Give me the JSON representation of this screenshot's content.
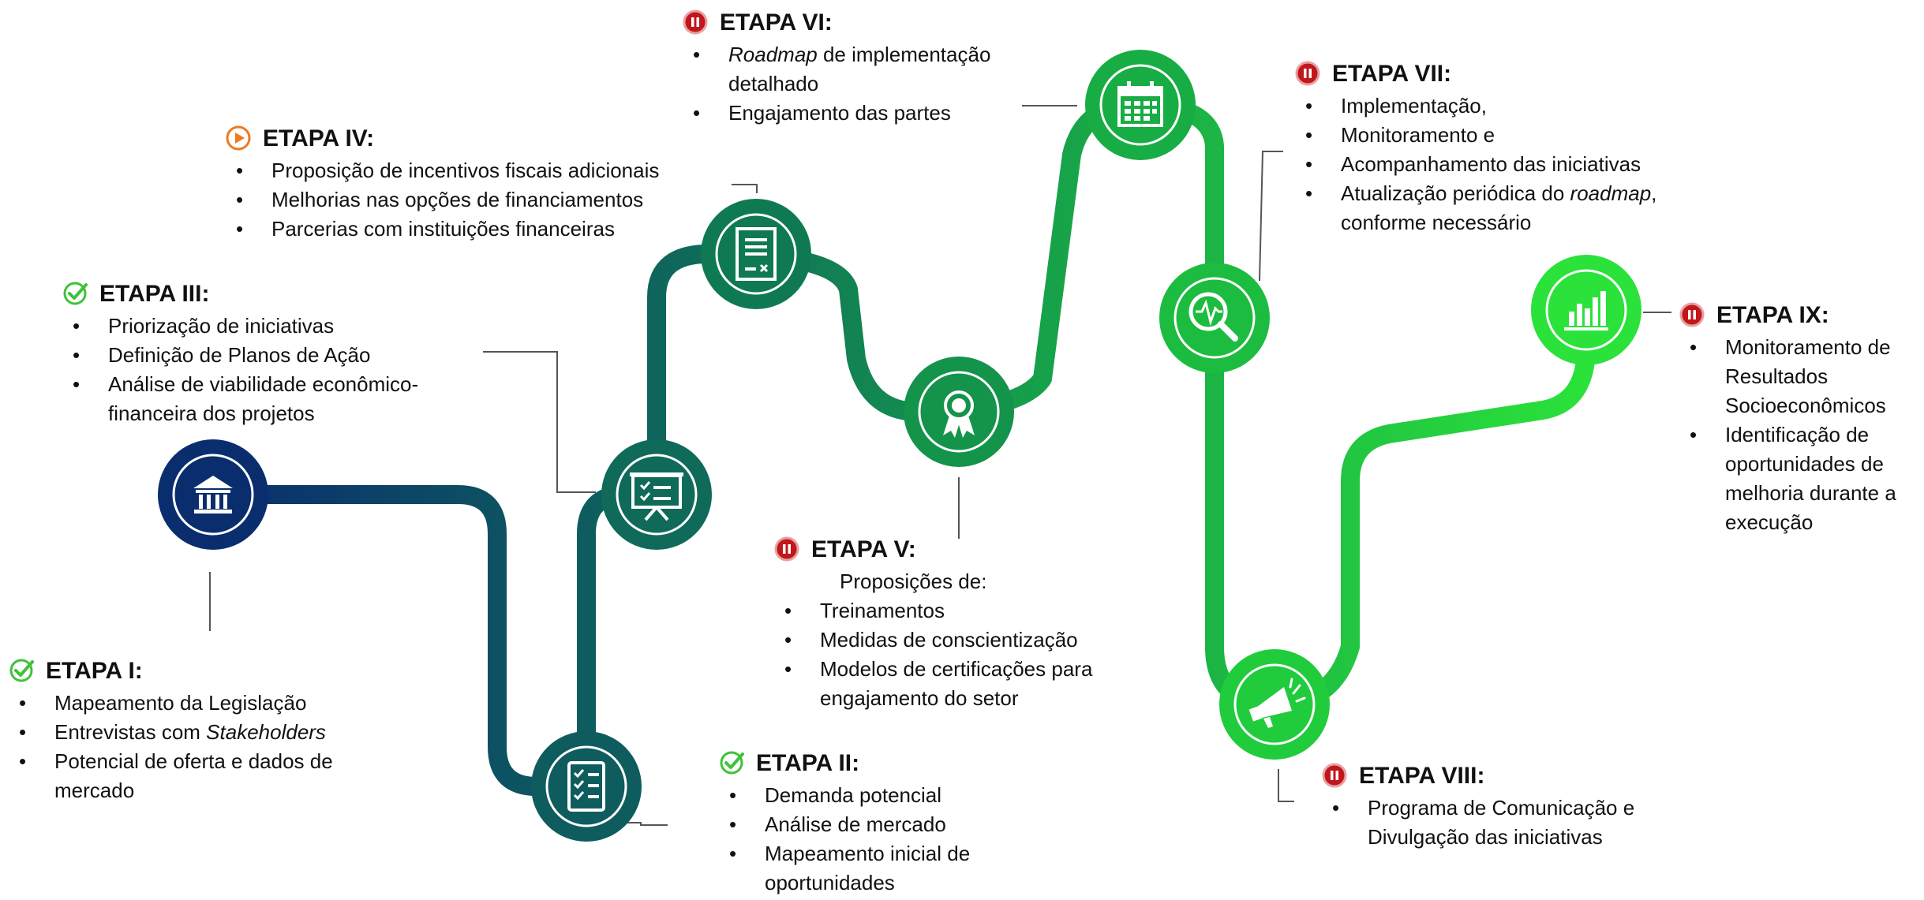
{
  "stages": [
    {
      "id": "I",
      "title": "ETAPA I:",
      "status": "done-check-icon",
      "items": [
        [
          "Mapeamento da Legislação",
          ""
        ],
        [
          "Entrevistas com ",
          "Stakeholders"
        ],
        [
          "Potencial de oferta e dados de",
          "mercado"
        ]
      ]
    },
    {
      "id": "II",
      "title": "ETAPA II:",
      "status": "done-check-icon",
      "items": [
        "Demanda potencial",
        "Análise de mercado",
        "Mapeamento inicial de oportunidades"
      ]
    },
    {
      "id": "III",
      "title": "ETAPA III:",
      "status": "done-check-icon",
      "items": [
        "Priorização de iniciativas",
        "Definição de Planos de Ação",
        "Análise de viabilidade econômico-financeira dos projetos"
      ]
    },
    {
      "id": "IV",
      "title": "ETAPA IV:",
      "status": "in-progress-play-icon",
      "items": [
        "Proposição de incentivos fiscais adicionais",
        "Melhorias nas opções de financiamentos",
        "Parcerias com instituições financeiras"
      ]
    },
    {
      "id": "V",
      "title": "ETAPA V:",
      "status": "paused-icon",
      "intro": "Proposições de:",
      "items": [
        "Treinamentos",
        "Medidas de conscientização",
        "Modelos de certificações para engajamento do setor"
      ]
    },
    {
      "id": "VI",
      "title": "ETAPA VI:",
      "status": "paused-icon",
      "items": [
        [
          "Roadmap",
          " de implementação detalhado"
        ],
        "Engajamento das partes"
      ]
    },
    {
      "id": "VII",
      "title": "ETAPA VII:",
      "status": "paused-icon",
      "items": [
        "Implementação,",
        "Monitoramento e",
        "Acompanhamento das iniciativas",
        [
          "Atualização periódica do ",
          "roadmap",
          ", conforme necessário"
        ]
      ]
    },
    {
      "id": "VIII",
      "title": "ETAPA VIII:",
      "status": "paused-icon",
      "items": [
        "Programa de Comunicação e Divulgação das iniciativas"
      ]
    },
    {
      "id": "IX",
      "title": "ETAPA IX:",
      "status": "paused-icon",
      "items": [
        "Monitoramento de Resultados Socioeconômicos",
        "Identificação de oportunidades de melhoria durante a execução"
      ]
    }
  ],
  "nodes": [
    {
      "stage": "I",
      "icon": "government-building-icon",
      "color": "#0a2d6e"
    },
    {
      "stage": "II",
      "icon": "checklist-icon",
      "color": "#0f5c5e"
    },
    {
      "stage": "III",
      "icon": "presentation-board-icon",
      "color": "#0f6a5a"
    },
    {
      "stage": "IV",
      "icon": "contract-document-icon",
      "color": "#0f7a52"
    },
    {
      "stage": "V",
      "icon": "award-ribbon-icon",
      "color": "#14934a"
    },
    {
      "stage": "VI",
      "icon": "calendar-icon",
      "color": "#18ad44"
    },
    {
      "stage": "VII",
      "icon": "analysis-magnifier-icon",
      "color": "#1cbc40"
    },
    {
      "stage": "VIII",
      "icon": "megaphone-icon",
      "color": "#20cc3c"
    },
    {
      "stage": "IX",
      "icon": "bar-chart-icon",
      "color": "#2ae23a"
    }
  ],
  "colors": {
    "done": "#3fc23a",
    "in_progress": "#ee7a22",
    "paused": "#c0161c"
  }
}
